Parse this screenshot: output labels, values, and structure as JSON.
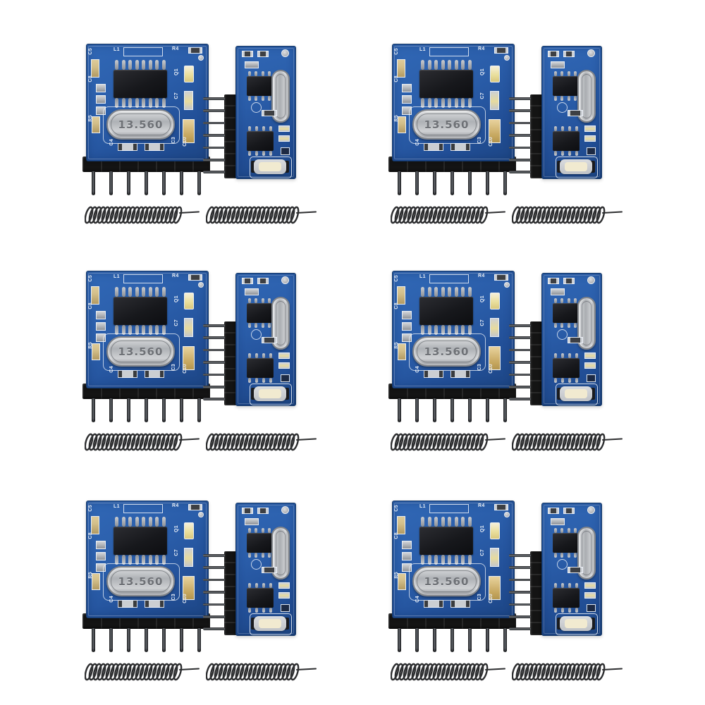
{
  "grid": {
    "rows": 3,
    "columns": 2,
    "kits_total": 6
  },
  "kit": {
    "large_module": {
      "crystal_marking": "13.560",
      "pin_count": 7,
      "silkscreen_labels": {
        "c5": "C5",
        "l1": "L1",
        "r4": "R4",
        "q1": "Q1",
        "c7": "C7",
        "c8": "C8",
        "r5": "R5",
        "c4": "C4",
        "c3": "C3",
        "c10": "C10"
      }
    },
    "small_module": {
      "pin_count": 7
    },
    "springs_per_kit": 2
  },
  "colors": {
    "background": "#ffffff",
    "pcb_blue": "#2a5da9",
    "pcb_blue_dark": "#1d4684",
    "silkscreen_white": "#e9eff7",
    "ic_black": "#17181c",
    "pin_silver": "#c8ccd2",
    "crystal_silver": "#c0c3c8",
    "header_black": "#141414",
    "spring_gray": "#2d2e30",
    "smd_tan": "#d3bf8a",
    "led_yellow": "#eadf9e"
  }
}
